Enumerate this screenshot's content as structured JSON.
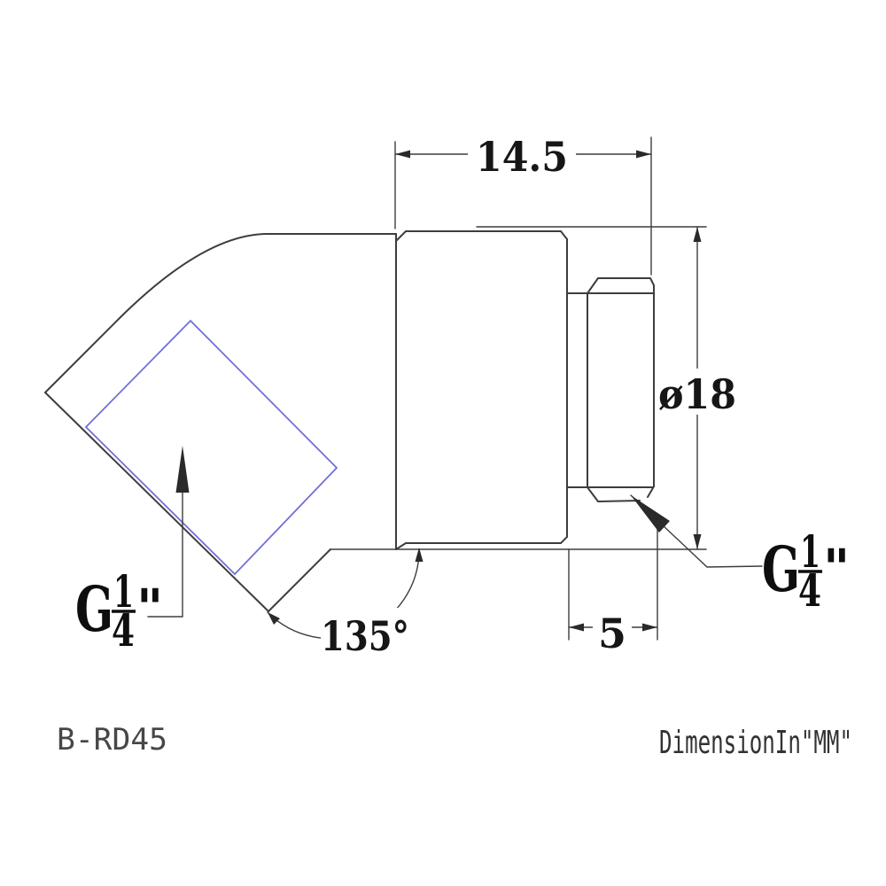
{
  "drawing": {
    "dimensions": {
      "body_total_length": "14.5",
      "body_diameter": "ø18",
      "thread_length": "5",
      "elbow_angle": "135°"
    },
    "thread_label_left": {
      "prefix": "G",
      "numerator": "1",
      "denominator": "4",
      "unit_mark": "\""
    },
    "thread_label_right": {
      "prefix": "G",
      "numerator": "1",
      "denominator": "4",
      "unit_mark": "\""
    },
    "footer": {
      "model_code": "B-RD45",
      "units_note": "DimensionIn\"MM\""
    },
    "colors": {
      "outline": "#3d3d3d",
      "bore_highlight": "#7070d6",
      "dimension_text": "#161616"
    }
  }
}
